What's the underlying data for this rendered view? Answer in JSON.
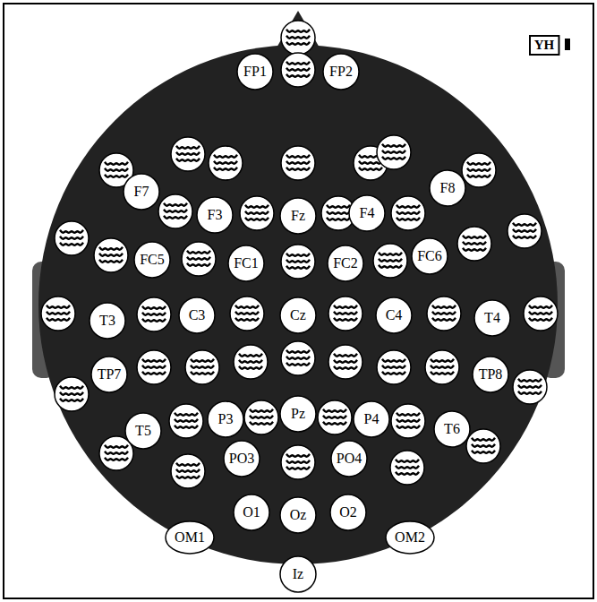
{
  "diagram": {
    "nodes": [
      {
        "text": [
          "YH"
        ]
      },
      {
        "text": [
          "FP1"
        ]
      },
      {
        "text": [
          "FP2"
        ]
      },
      {
        "text": [
          "F7"
        ]
      },
      {
        "text": [
          "F8"
        ]
      },
      {
        "text": [
          "F3"
        ]
      },
      {
        "text": [
          "Fz"
        ]
      },
      {
        "text": [
          "F4"
        ]
      },
      {
        "text": [
          "FC5"
        ]
      },
      {
        "text": [
          "FC1"
        ]
      },
      {
        "text": [
          "FC2"
        ]
      },
      {
        "text": [
          "FC6"
        ]
      },
      {
        "text": [
          "T3"
        ]
      },
      {
        "text": [
          "C3"
        ]
      },
      {
        "text": [
          "Cz"
        ]
      },
      {
        "text": [
          "C4"
        ]
      },
      {
        "text": [
          "T4"
        ]
      },
      {
        "text": [
          "TP7"
        ]
      },
      {
        "text": [
          "TP8"
        ]
      },
      {
        "text": [
          "T5"
        ]
      },
      {
        "text": [
          "P3"
        ]
      },
      {
        "text": [
          "Pz"
        ]
      },
      {
        "text": [
          "P4"
        ]
      },
      {
        "text": [
          "T6"
        ]
      },
      {
        "text": [
          "PO3"
        ]
      },
      {
        "text": [
          "PO4"
        ]
      },
      {
        "text": [
          "O1"
        ]
      },
      {
        "text": [
          "Oz"
        ]
      },
      {
        "text": [
          "O2"
        ]
      },
      {
        "text": [
          "OM1"
        ]
      },
      {
        "text": [
          "OM2"
        ]
      },
      {
        "text": [
          "Iz"
        ]
      }
    ]
  }
}
